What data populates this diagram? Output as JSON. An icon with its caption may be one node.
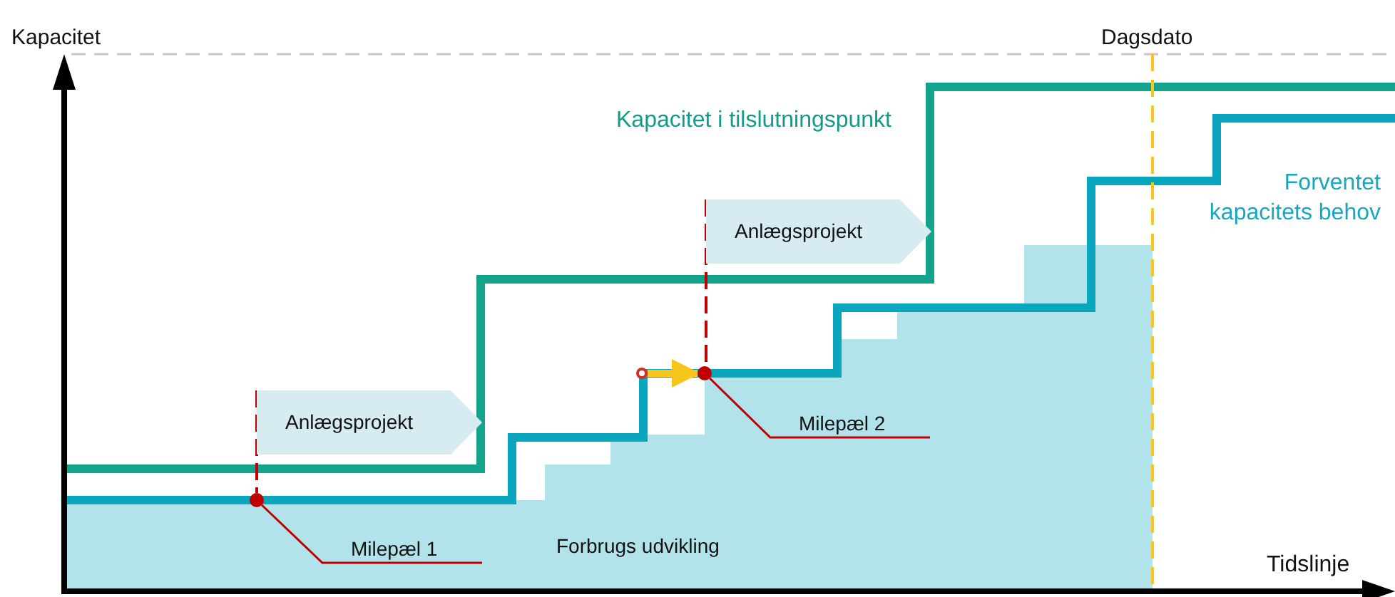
{
  "diagram": {
    "nodes": [
      {
        "text": [
          "Anlægsprojekt"
        ]
      },
      {
        "text": [
          "Milepæl 1"
        ]
      },
      {
        "text": [],
        "shape": "circle"
      },
      {
        "text": [
          "Anlægsprojekt"
        ]
      },
      {
        "text": [],
        "shape": "circle"
      },
      {
        "text": [],
        "shape": "circle"
      },
      {
        "text": [
          "Milepæl 2"
        ]
      }
    ],
    "edges": [
      {
        "from": 1,
        "to": 2,
        "arrow": "none"
      },
      {
        "from": 4,
        "to": 5,
        "arrow": "to",
        "style": "thick",
        "color": "#f7c51c"
      },
      {
        "from": 6,
        "to": 5,
        "arrow": "none"
      },
      {
        "from": 0,
        "to": 2,
        "arrow": "none",
        "style": "dashed"
      },
      {
        "from": 3,
        "to": 5,
        "arrow": "none",
        "style": "dashed"
      }
    ],
    "labels": [
      "Kapacitet",
      "Dagsdato",
      "Kapacitet i tilslutningspunkt",
      "Forventet kapacitets behov",
      "Forbrugs udvikling",
      "Tidslinje"
    ]
  }
}
